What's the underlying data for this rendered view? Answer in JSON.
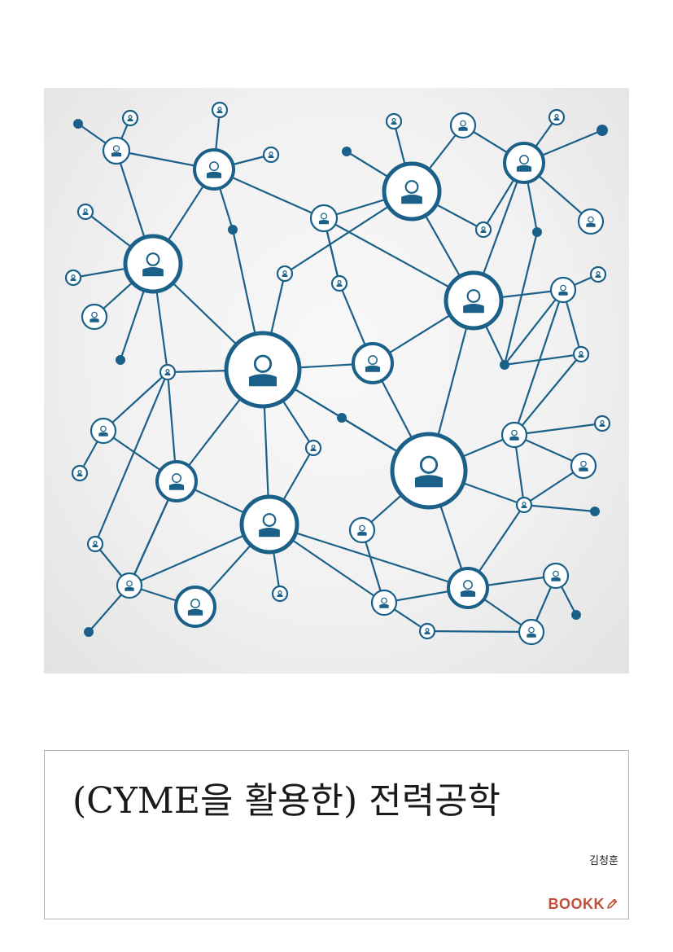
{
  "book": {
    "title": "(CYME을 활용한) 전력공학",
    "author": "김청훈",
    "publisher": "BOOKK",
    "publisher_mark_icon": "pencil-icon"
  },
  "colors": {
    "network": "#1b6089",
    "background": "#f2f2f2",
    "publisher": "#c0503a"
  },
  "cover_image": {
    "subject": "network-of-people-illustration",
    "icons": [
      "person-icon",
      "network-node-icon"
    ]
  }
}
